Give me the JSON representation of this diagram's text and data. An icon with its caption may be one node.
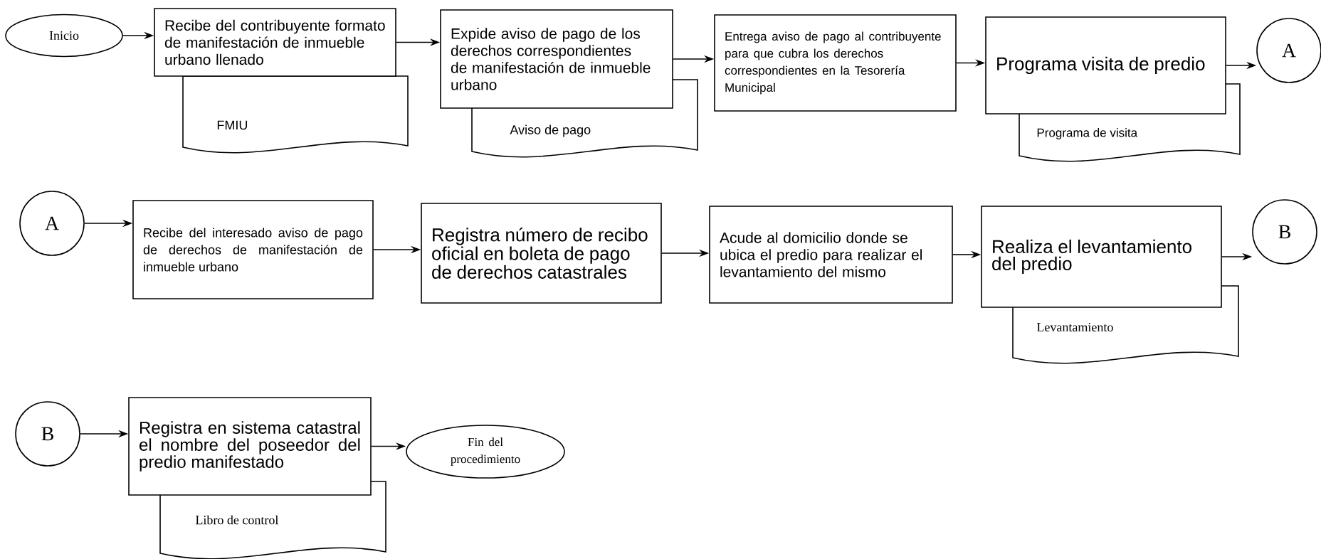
{
  "diagram": {
    "nodes": [
      {
        "text": [
          "Inicio"
        ]
      },
      {
        "text": [
          "Recibe del contribuyente formato de manifestación de inmueble urbano llenado"
        ]
      },
      {
        "text": [
          "FMIU"
        ]
      },
      {
        "text": [
          "Expide aviso de pago de los derechos correspondientes de manifestación de inmueble urbano"
        ]
      },
      {
        "text": [
          "Aviso de pago"
        ]
      },
      {
        "text": [
          "Entrega aviso de pago al contribuyente para que cubra los derechos correspondientes en la Tesorería Municipal"
        ]
      },
      {
        "text": [
          "Programa visita de predio"
        ]
      },
      {
        "text": [
          "Programa de visita"
        ]
      },
      {
        "text": [
          "A"
        ]
      },
      {
        "text": [
          "A"
        ]
      },
      {
        "text": [
          "Recibe del interesado aviso de pago de derechos de manifestación de inmueble urbano"
        ]
      },
      {
        "text": [
          "Registra número de recibo oficial en boleta de pago de derechos catastrales"
        ]
      },
      {
        "text": [
          "Acude al domicilio donde se ubica el predio para realizar el levantamiento del mismo"
        ]
      },
      {
        "text": [
          "Realiza el levantamiento del predio"
        ]
      },
      {
        "text": [
          "Levantamiento"
        ]
      },
      {
        "text": [
          "B"
        ]
      },
      {
        "text": [
          "B"
        ]
      },
      {
        "text": [
          "Registra en sistema catastral el nombre del poseedor del predio manifestado"
        ]
      },
      {
        "text": [
          "Libro de control"
        ]
      },
      {
        "text": [
          "Fin del procedimiento"
        ]
      }
    ],
    "edges": [
      {
        "from": 0,
        "to": 1,
        "arrow": "to"
      },
      {
        "from": 1,
        "to": 3,
        "arrow": "to"
      },
      {
        "from": 3,
        "to": 5,
        "arrow": "to"
      },
      {
        "from": 5,
        "to": 6,
        "arrow": "to"
      },
      {
        "from": 6,
        "to": 8,
        "arrow": "to"
      },
      {
        "from": 9,
        "to": 10,
        "arrow": "to"
      },
      {
        "from": 10,
        "to": 11,
        "arrow": "to"
      },
      {
        "from": 11,
        "to": 12,
        "arrow": "to"
      },
      {
        "from": 12,
        "to": 13,
        "arrow": "to"
      },
      {
        "from": 13,
        "to": 15,
        "arrow": "to"
      },
      {
        "from": 16,
        "to": 17,
        "arrow": "to"
      },
      {
        "from": 17,
        "to": 19,
        "arrow": "to"
      }
    ]
  }
}
